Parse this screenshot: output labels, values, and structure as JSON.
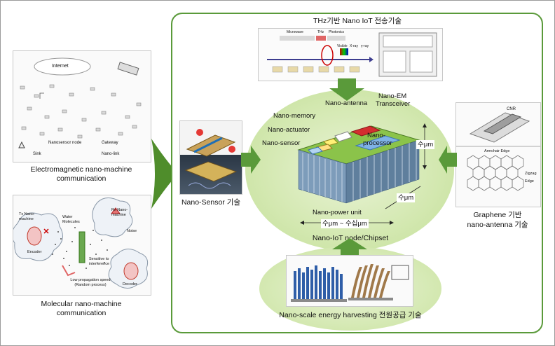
{
  "left_panels": {
    "top_caption_1": "Electromagnetic nano-machine",
    "top_caption_2": "communication",
    "bottom_caption_1": "Molecular nano-machine",
    "bottom_caption_2": "communication",
    "top_image_labels": [
      "Internet",
      "Nanosensor node",
      "Gateway",
      "Sink",
      "Nano-link"
    ],
    "bottom_image_labels": [
      "Tx Nano-machine",
      "Water Molecules",
      "Rx Nano-machine",
      "Noise",
      "Encoder",
      "Decoder",
      "Low propagation speed (Random process)",
      "Sensitive to interference"
    ]
  },
  "center": {
    "top_title": "THz기반 Nano IoT 전송기술",
    "node_caption": "Nano-IoT node/Chipset",
    "bottom_caption": "Nano-scale energy harvesting 전원공급 기술",
    "chip_labels": {
      "antenna": "Nano-antenna",
      "em_1": "Nano-EM",
      "em_2": "Transceiver",
      "memory": "Nano-memory",
      "actuator": "Nano-actuator",
      "processor_1": "Nano-",
      "processor_2": "processor",
      "sensor": "Nano-sensor",
      "power": "Nano-power unit",
      "dim_vertical": "수μm",
      "dim_depth": "수μm",
      "dim_width": "수μm ~ 수십μm"
    },
    "spectrum_labels": [
      "Microwave",
      "THz",
      "Photonics",
      "Visible",
      "X-ray",
      "γ-ray"
    ],
    "sensor_caption": "Nano-Sensor 기술"
  },
  "right": {
    "caption_1": "Graphene 기반",
    "caption_2": "nano-antenna 기술",
    "image_labels": [
      "CNR",
      "Armchair Edge",
      "Zigzag Edge"
    ]
  },
  "colors": {
    "frame_green": "#5a9a3a",
    "arrow_green": "#4f8d2b",
    "chip_green": "#7cb342",
    "processor_blue": "#7fb3e6",
    "em_red": "#d32f2f"
  }
}
